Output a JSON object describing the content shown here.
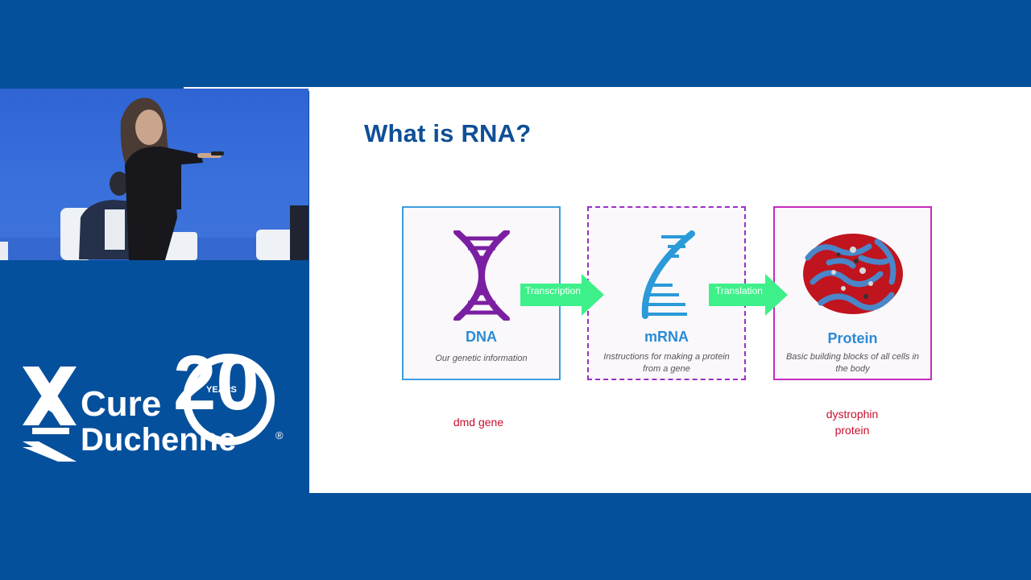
{
  "slide": {
    "title": "What is RNA?",
    "cards": [
      {
        "name": "DNA",
        "desc": "Our genetic information"
      },
      {
        "name": "mRNA",
        "desc": "Instructions for making a protein from a gene"
      },
      {
        "name": "Protein",
        "desc": "Basic building blocks of all cells in the body"
      }
    ],
    "arrows": [
      "Transcription",
      "Translation"
    ],
    "notes": {
      "dna": "dmd gene",
      "protein_line1": "dystrophin",
      "protein_line2": "protein"
    }
  },
  "logo": {
    "brand_line1": "Cure",
    "brand_line2": "Duchenne",
    "registered": "®",
    "anniversary_number": "20",
    "anniversary_word": "YEARS"
  },
  "colors": {
    "frame_blue": "#05509c",
    "title_blue": "#0f4f97",
    "dna_purple": "#7b1fa2",
    "mrna_blue": "#2a9ad8",
    "arrow_green": "#3ef08a",
    "note_red": "#c8102e"
  }
}
